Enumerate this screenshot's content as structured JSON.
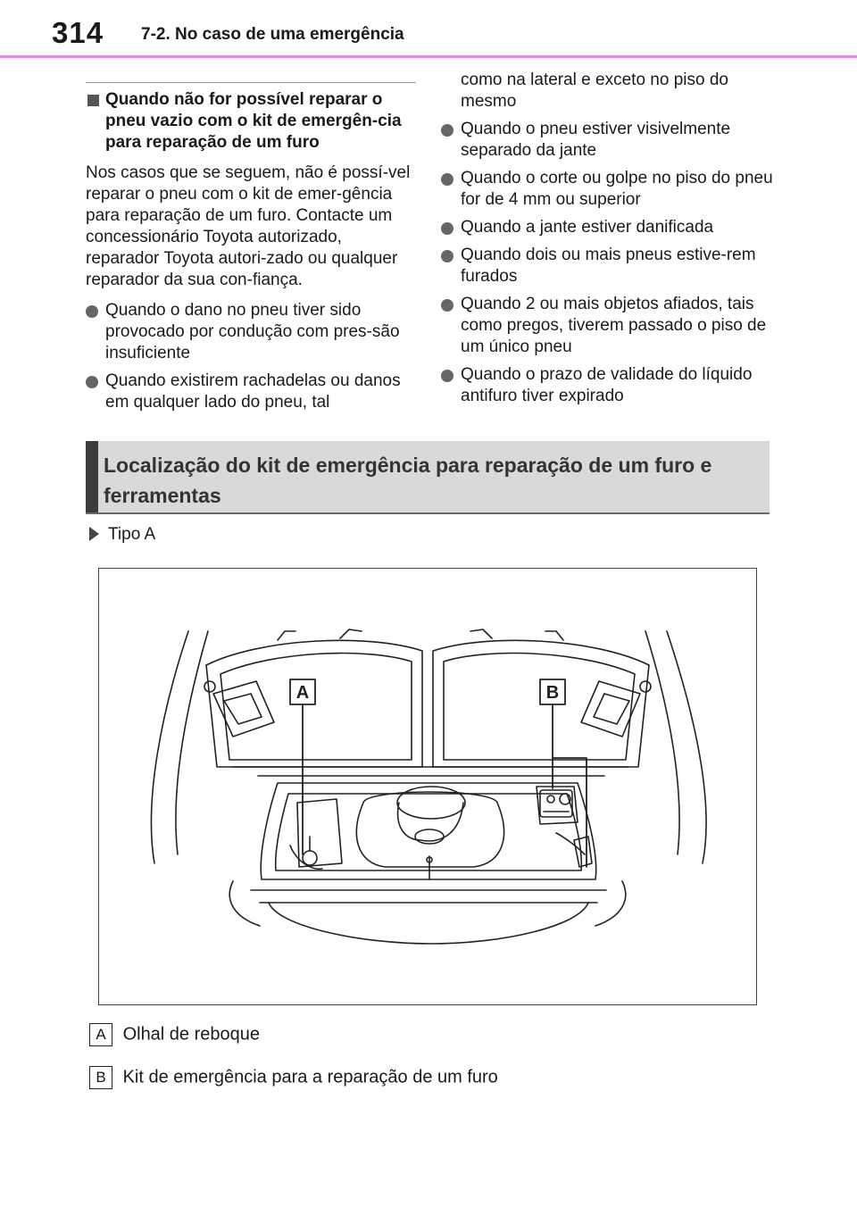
{
  "header": {
    "page_number": "314",
    "section": "7-2. No caso de uma emergência"
  },
  "left_column": {
    "subhead": "Quando não for possível reparar o pneu vazio com o kit de emergên-cia para reparação de um furo",
    "intro": "Nos casos que se seguem, não é possí-vel reparar o pneu com o kit de emer-gência para reparação de um furo. Contacte um concessionário Toyota autorizado, reparador Toyota autori-zado ou qualquer reparador da sua con-fiança.",
    "bullets": [
      "Quando o dano no pneu tiver sido provocado por condução com pres-são insuficiente",
      "Quando existirem rachadelas ou danos em qualquer lado do pneu, tal"
    ]
  },
  "right_column": {
    "continuation": "como na lateral e exceto no piso do mesmo",
    "bullets": [
      "Quando o pneu estiver visivelmente separado da jante",
      "Quando o corte ou golpe no piso do pneu for de 4 mm ou superior",
      "Quando a jante estiver danificada",
      "Quando dois ou mais pneus estive-rem furados",
      "Quando 2 ou mais objetos afiados, tais como pregos, tiverem passado o piso de um único pneu",
      "Quando o prazo de validade do líquido antifuro tiver expirado"
    ]
  },
  "banner": {
    "title": "Localização do kit de emergência para reparação de um furo e ferramentas"
  },
  "figure": {
    "type_label": "Tipo A",
    "callouts": [
      "A",
      "B"
    ]
  },
  "legend": [
    {
      "key": "A",
      "text": "Olhal de reboque"
    },
    {
      "key": "B",
      "text": "Kit de emergência para a reparação de um furo"
    }
  ],
  "colors": {
    "header_rule": "#e38de0",
    "banner_bg": "#d9d9d9",
    "banner_bar": "#3c3c3c"
  }
}
